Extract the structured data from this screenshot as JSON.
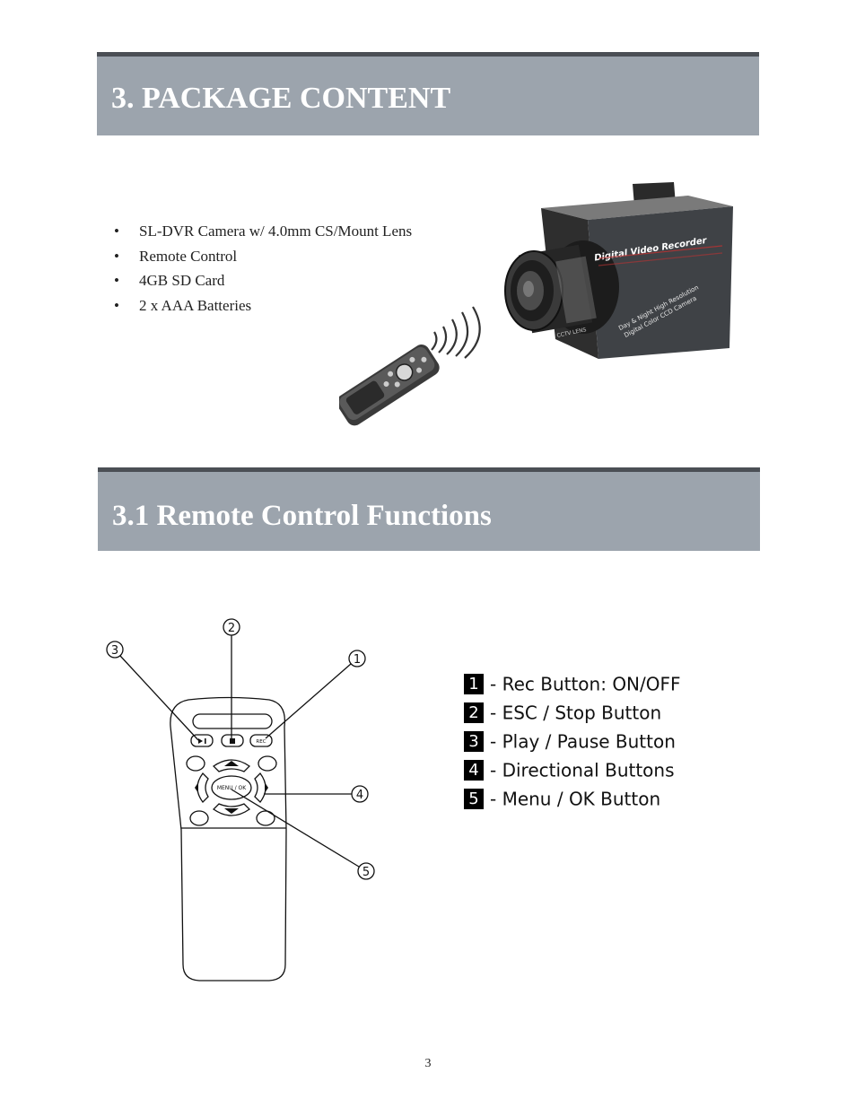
{
  "sections": {
    "package": {
      "title": "3. PACKAGE CONTENT"
    },
    "remote": {
      "title": "3.1 Remote Control Functions"
    }
  },
  "package_items": [
    "SL-DVR Camera w/ 4.0mm CS/Mount Lens",
    "Remote Control",
    "4GB SD Card",
    "2 x AAA Batteries"
  ],
  "camera_text": {
    "brand": "Digital Video Recorder",
    "line1": "Day & Night High Resolution",
    "line2": "Digital Color CCD Camera",
    "lens": "CCTV LENS"
  },
  "remote_diagram": {
    "button_labels": {
      "rec": "REC",
      "menu": "MENU / OK"
    },
    "callouts": [
      "1",
      "2",
      "3",
      "4",
      "5"
    ]
  },
  "legend": [
    {
      "num": "1",
      "label": "- Rec Button: ON/OFF"
    },
    {
      "num": "2",
      "label": "- ESC / Stop Button"
    },
    {
      "num": "3",
      "label": "- Play / Pause Button"
    },
    {
      "num": "4",
      "label": "- Directional Buttons"
    },
    {
      "num": "5",
      "label": "- Menu / OK Button"
    }
  ],
  "page_number": "3"
}
